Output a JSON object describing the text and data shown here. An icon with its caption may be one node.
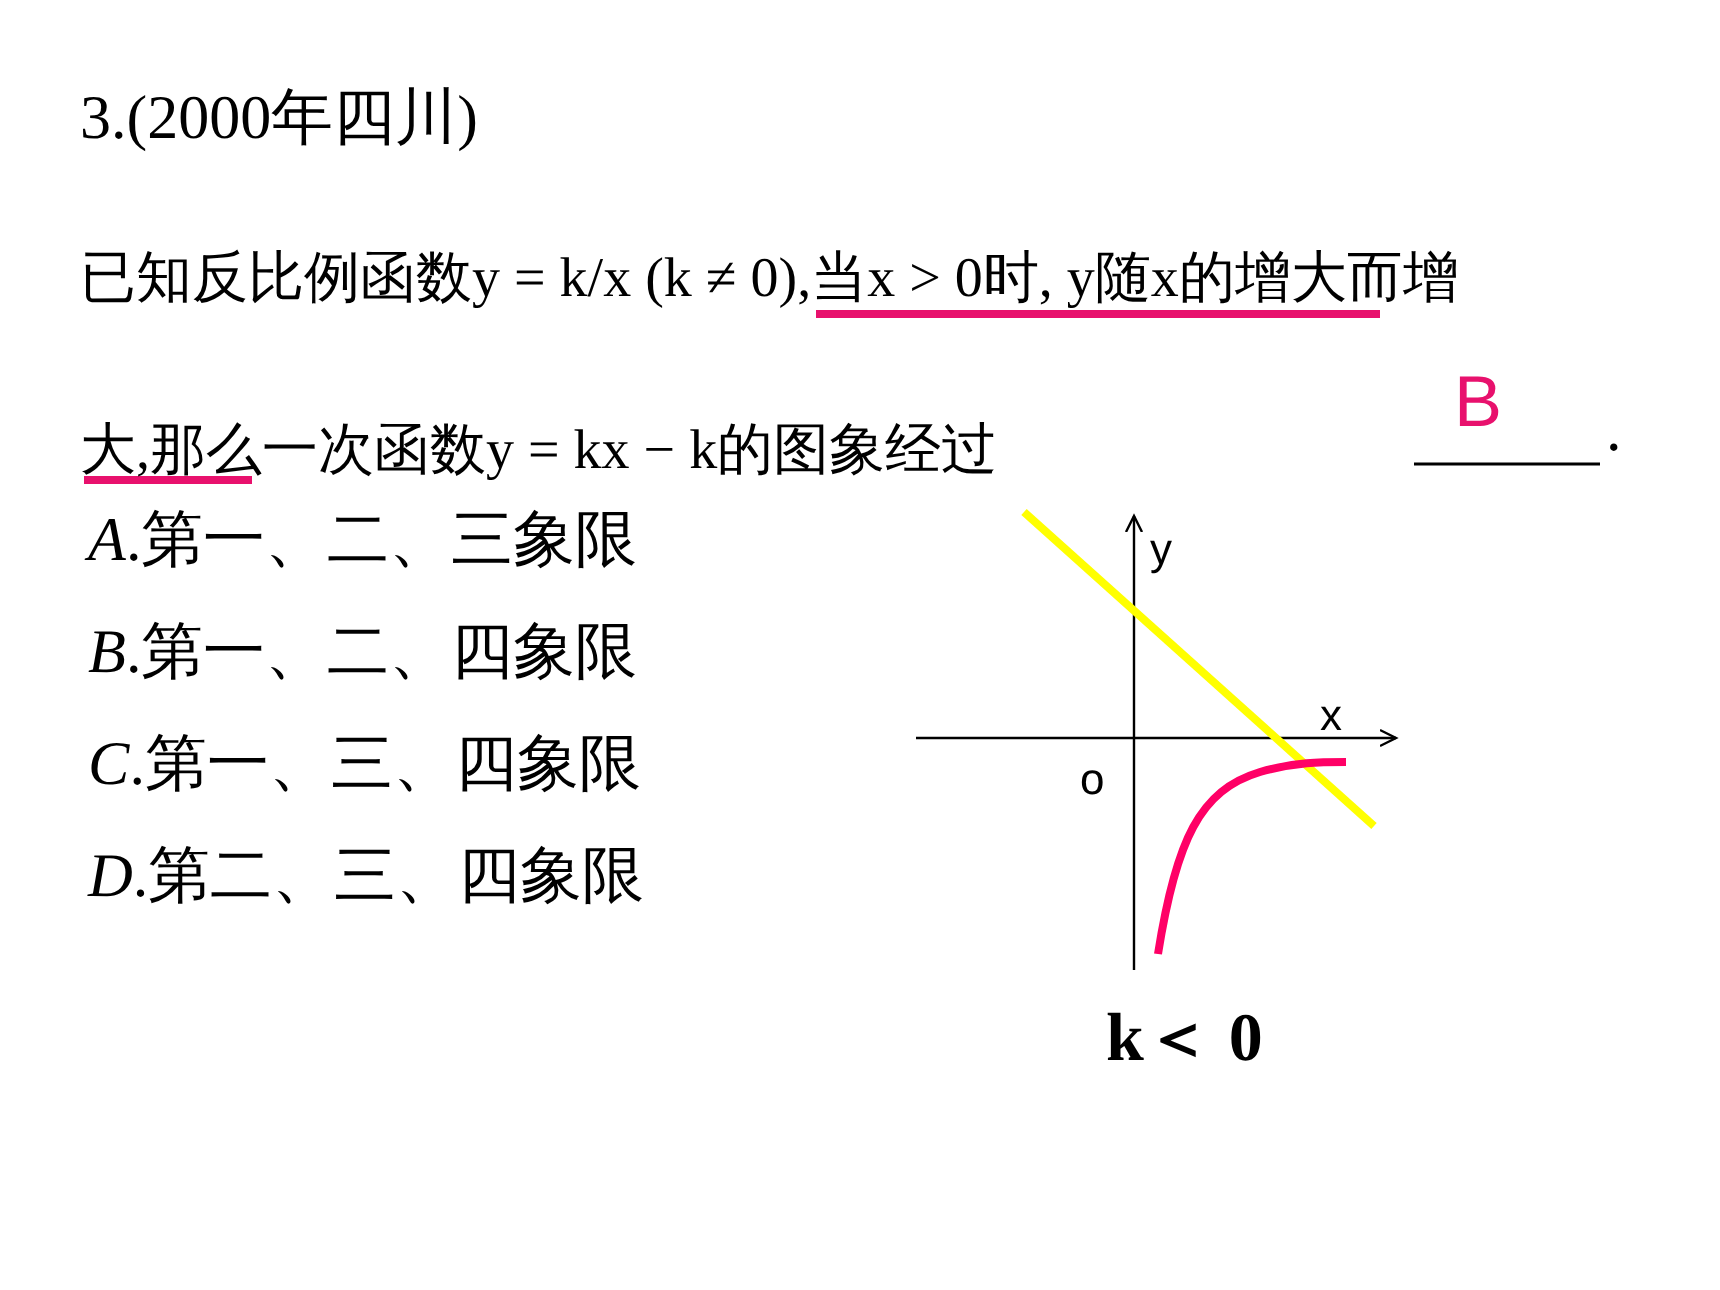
{
  "diagram": {
    "labels": [
      "3.(2000年四川)",
      "已知反比例函数y = k/x (k ≠ 0),当x > 0时, y随x的增大而增大,那么一次函数y = kx − k的图象经过",
      "B",
      ".",
      "*A*.第一、二、三象限",
      "*B*.第一、二、四象限",
      "*C*.第一、三、四象限",
      "*D*.第二、三、四象限",
      "y",
      "x",
      "o",
      "k＜ 0"
    ]
  }
}
